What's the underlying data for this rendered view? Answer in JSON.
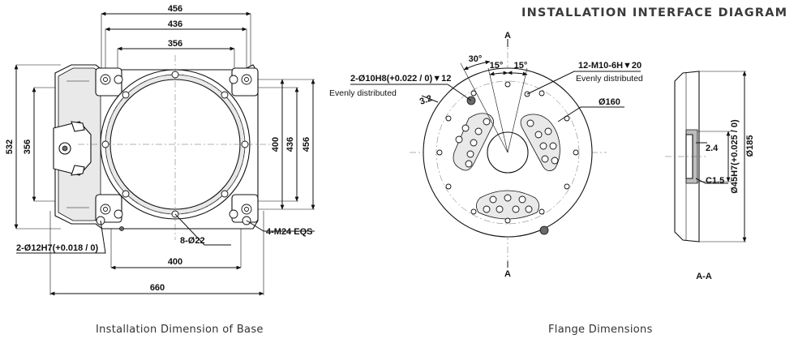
{
  "header": {
    "title": "INSTALLATION INTERFACE DIAGRAM"
  },
  "captions": {
    "base": "Installation Dimension of Base",
    "flange": "Flange Dimensions"
  },
  "base_dims": {
    "top_456": "456",
    "top_436": "436",
    "top_356": "356",
    "left_532": "532",
    "left_356": "356",
    "right_400": "400",
    "right_436": "436",
    "right_456": "456",
    "holes_8x22": "8-Ø22",
    "bottom_400": "400",
    "bottom_660": "660",
    "pin_holes": "2-Ø12H7(+0.018 / 0)",
    "thread_holes": "4-M24 EQS"
  },
  "flange_dims": {
    "angle_30": "30°",
    "angle_15a": "15°",
    "angle_15b": "15°",
    "section_top": "A",
    "section_bottom": "A",
    "threads": "12-M10-6H▼20",
    "threads_note": "Evenly distributed",
    "pins": "2-Ø10H8(+0.022 / 0)▼12",
    "pins_note": "Evenly distributed",
    "chamfer_3_2": "3.2",
    "pcd": "Ø160"
  },
  "section_dims": {
    "label": "A-A",
    "d_2_4": "2.4",
    "c_1_5": "C1.5",
    "bore": "Ø45H7(+0.025 / 0)",
    "outer": "Ø185"
  }
}
